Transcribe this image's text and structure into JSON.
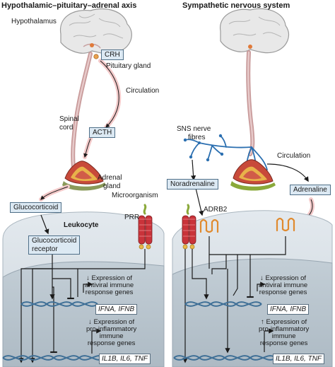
{
  "left": {
    "title": "Hypothalamic–pituitary–adrenal axis",
    "hypothalamus": "Hypothalamus",
    "crh": "CRH",
    "pituitary_gland": "Pituitary gland",
    "circulation": "Circulation",
    "spinal_cord_1": "Spinal",
    "spinal_cord_2": "cord",
    "acth": "ACTH",
    "adrenal_gland_1": "Adrenal",
    "adrenal_gland_2": "gland",
    "microorganism": "Microorganism",
    "glucocorticoid": "Glucocorticoid",
    "prr": "PRR",
    "leukocyte": "Leukocyte",
    "gc_receptor_1": "Glucocorticoid",
    "gc_receptor_2": "receptor",
    "expr_antiviral_1": "↓ Expression of",
    "expr_antiviral_2": "antiviral immune",
    "expr_antiviral_3": "response genes",
    "genes_antiviral": "IFNA, IFNB",
    "expr_inflam_1": "↓ Expression of",
    "expr_inflam_2": "pro-inflammatory",
    "expr_inflam_3": "immune",
    "expr_inflam_4": "response genes",
    "genes_inflam": "IL1B, IL6, TNF"
  },
  "right": {
    "title": "Sympathetic nervous system",
    "sns_fibres_1": "SNS nerve",
    "sns_fibres_2": "fibres",
    "circulation": "Circulation",
    "noradrenaline": "Noradrenaline",
    "adrenaline": "Adrenaline",
    "adrb2": "ADRB2",
    "expr_antiviral_1": "↓ Expression of",
    "expr_antiviral_2": "antiviral immune",
    "expr_antiviral_3": "response genes",
    "genes_antiviral": "IFNA, IFNB",
    "expr_inflam_1": "↑ Expression of",
    "expr_inflam_2": "pro-inflammatory",
    "expr_inflam_3": "immune",
    "expr_inflam_4": "response genes",
    "genes_inflam": "IL1B, IL6, TNF"
  },
  "colors": {
    "cell": "#d5dde3",
    "nucleus": "#b9c5ce",
    "membrane": "#aab6bf",
    "brain": "#e6e6e6",
    "spinal": "#c79a9a",
    "circulation_glow": "#f3c4c4",
    "nerve": "#2b6fb0",
    "dna": "#3e6f96",
    "box_fill": "#dce9f3",
    "receptor_red": "#c9333a",
    "receptor_green": "#8aa93a",
    "adrb2_orange": "#e08a2e"
  }
}
